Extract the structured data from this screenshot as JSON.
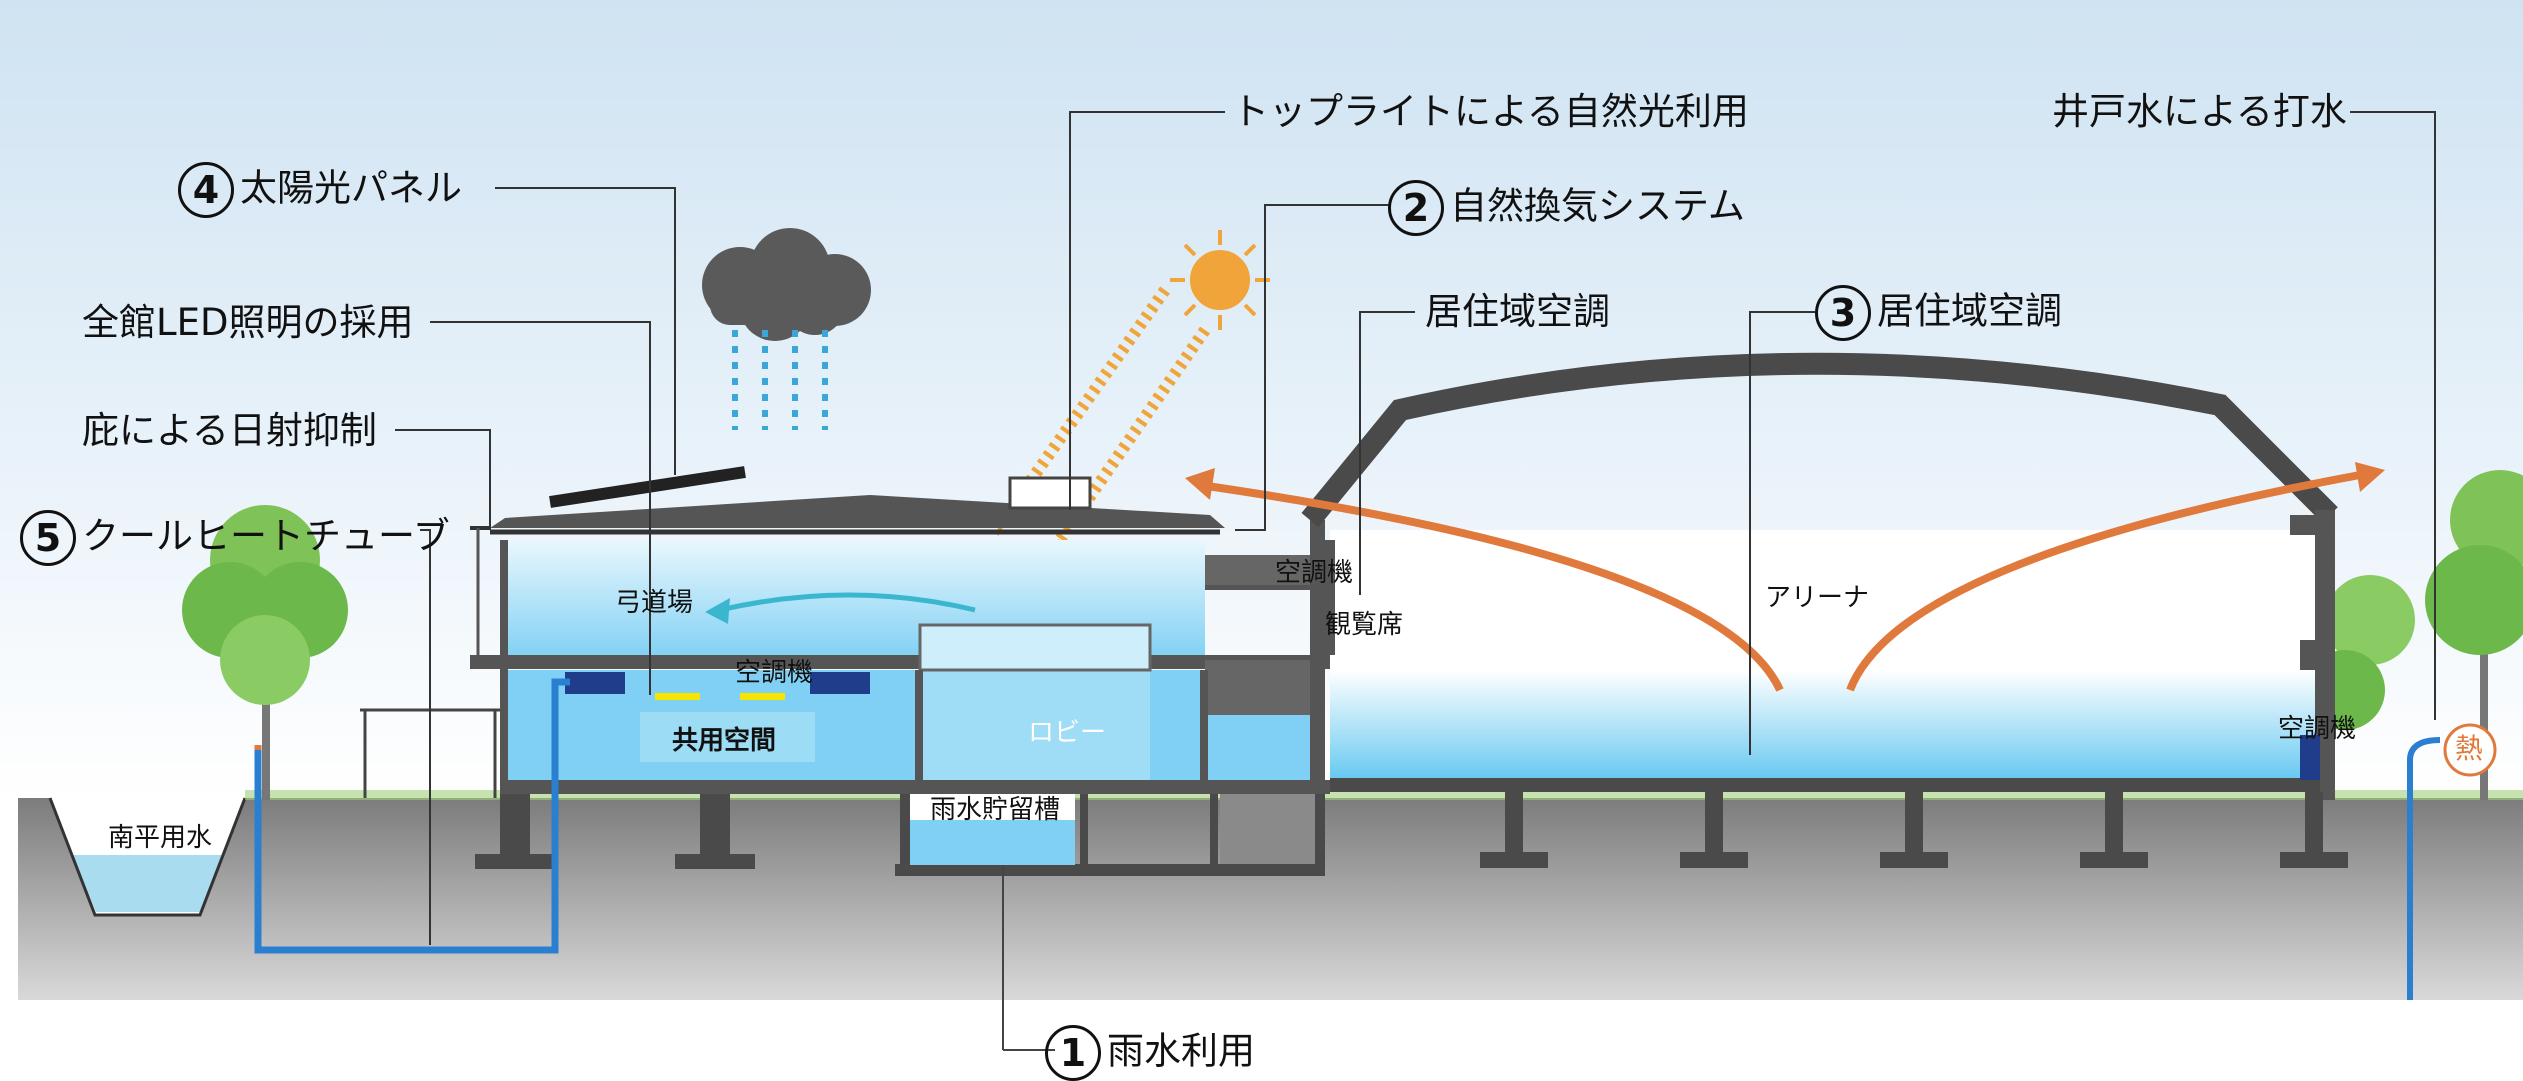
{
  "labels": {
    "toplight": "トップライトによる自然光利用",
    "well_water": "井戸水による打水",
    "solar_num": "4",
    "solar": "太陽光パネル",
    "natvent_num": "2",
    "natvent": "自然換気システム",
    "led": "全館LED照明の採用",
    "zone_hvac": "居住域空調",
    "zone_hvac3_num": "3",
    "zone_hvac3": "居住域空調",
    "eaves": "庇による日射抑制",
    "cool_tube_num": "5",
    "cool_tube": "クールヒートチューブ",
    "rain_num": "1",
    "rain": "雨水利用"
  },
  "interior": {
    "archery": "弓道場",
    "ac_unit_1": "空調機",
    "common_space": "共用空間",
    "lobby": "ロビー",
    "ac_unit_2": "空調機",
    "seating": "観覧席",
    "arena": "アリーナ",
    "ac_unit_3": "空調機",
    "rain_tank": "雨水貯留槽",
    "canal": "南平用水",
    "heat": "熱"
  },
  "colors": {
    "sky": "#dcebf7",
    "ground": "#8f8f8f",
    "structure": "#4a4a4a",
    "interior_blue": "#8fd3f5",
    "water_pipe": "#2a7fd0",
    "warm_air": "#e07a3c",
    "cool_air": "#3ab7cf",
    "sun": "#f0a43a",
    "rain": "#3aa7d8",
    "cloud": "#5a5a5a",
    "tree": "#6db84a",
    "led": "#f5e500"
  }
}
